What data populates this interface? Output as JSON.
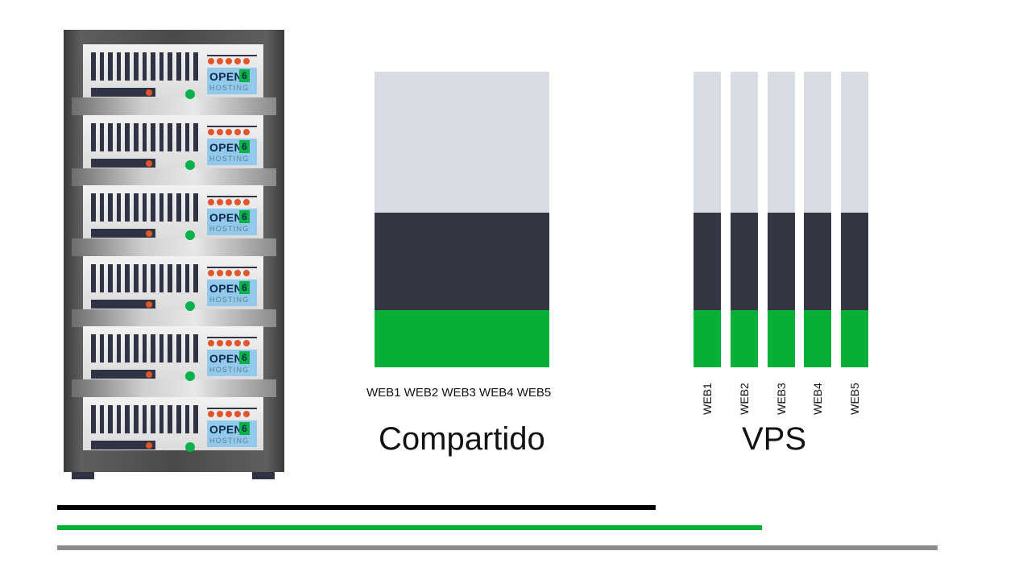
{
  "server": {
    "units": 6,
    "logo_text": "OPEN",
    "logo_mark": "6",
    "logo_subtext": "HOSTING"
  },
  "shared": {
    "labels": "WEB1 WEB2 WEB3 WEB4 WEB5",
    "caption": "Compartido"
  },
  "vps": {
    "labels": [
      "WEB1",
      "WEB2",
      "WEB3",
      "WEB4",
      "WEB5"
    ],
    "caption": "VPS"
  },
  "colors": {
    "dark": "#353644",
    "light": "#d7dde3",
    "green": "#06b037",
    "orange": "#e2552a",
    "logo_bg": "#93c9ea",
    "bar_black": "#000000",
    "bar_green": "#06b037",
    "bar_gray": "#8c8c8c"
  }
}
